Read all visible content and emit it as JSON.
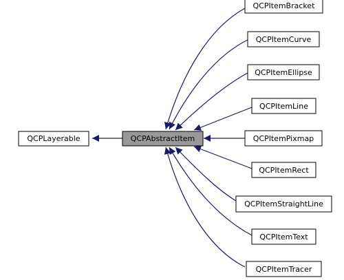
{
  "colors": {
    "edge": "#191970",
    "node_border": "#000000",
    "node_fill": "#ffffff",
    "focus_fill": "#999999"
  },
  "nodes": {
    "base": "QCPLayerable",
    "focus": "QCPAbstractItem",
    "children": [
      "QCPItemBracket",
      "QCPItemCurve",
      "QCPItemEllipse",
      "QCPItemLine",
      "QCPItemPixmap",
      "QCPItemRect",
      "QCPItemStraightLine",
      "QCPItemText",
      "QCPItemTracer"
    ]
  }
}
